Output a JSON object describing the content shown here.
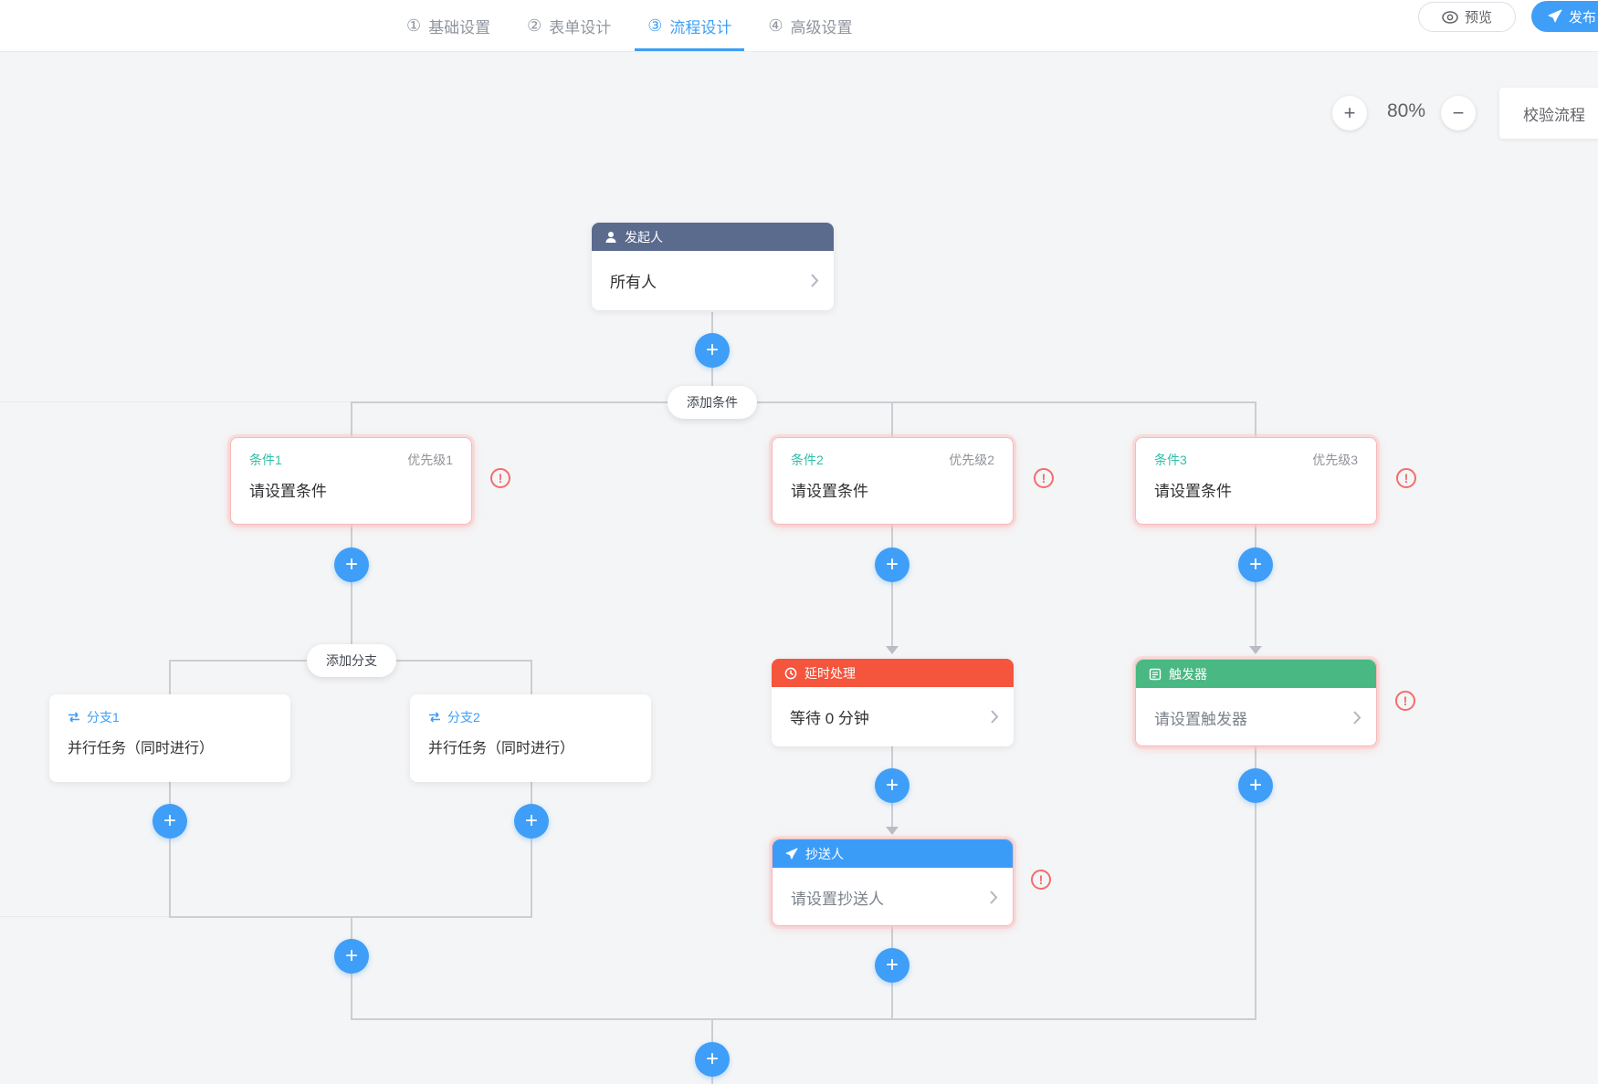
{
  "header": {
    "tabs": [
      {
        "num": "①",
        "label": "基础设置"
      },
      {
        "num": "②",
        "label": "表单设计"
      },
      {
        "num": "③",
        "label": "流程设计"
      },
      {
        "num": "④",
        "label": "高级设置"
      }
    ],
    "preview_label": "预览",
    "publish_label": "发布"
  },
  "toolbar": {
    "zoom_in": "+",
    "zoom_out": "−",
    "zoom_level": "80%",
    "validate_label": "校验流程"
  },
  "flow": {
    "initiator": {
      "title": "发起人",
      "value": "所有人"
    },
    "add_condition_label": "添加条件",
    "add_branch_label": "添加分支",
    "conditions": [
      {
        "title": "条件1",
        "priority": "优先级1",
        "placeholder": "请设置条件"
      },
      {
        "title": "条件2",
        "priority": "优先级2",
        "placeholder": "请设置条件"
      },
      {
        "title": "条件3",
        "priority": "优先级3",
        "placeholder": "请设置条件"
      }
    ],
    "branches": [
      {
        "title": "分支1",
        "body": "并行任务（同时进行）"
      },
      {
        "title": "分支2",
        "body": "并行任务（同时进行）"
      }
    ],
    "delay": {
      "title": "延时处理",
      "value": "等待 0 分钟"
    },
    "cc": {
      "title": "抄送人",
      "placeholder": "请设置抄送人"
    },
    "trigger": {
      "title": "触发器",
      "placeholder": "请设置触发器"
    },
    "plus_label": "+",
    "warning_label": "!"
  },
  "colors": {
    "accent": "#3f9ef7",
    "initiator_header": "#5a6b8e",
    "delay_header": "#f5543d",
    "cc_header": "#3b9cf8",
    "trigger_header": "#49b882",
    "condition_title": "#2cbfa6",
    "warning": "#f56c6c",
    "line": "#cbced2"
  }
}
